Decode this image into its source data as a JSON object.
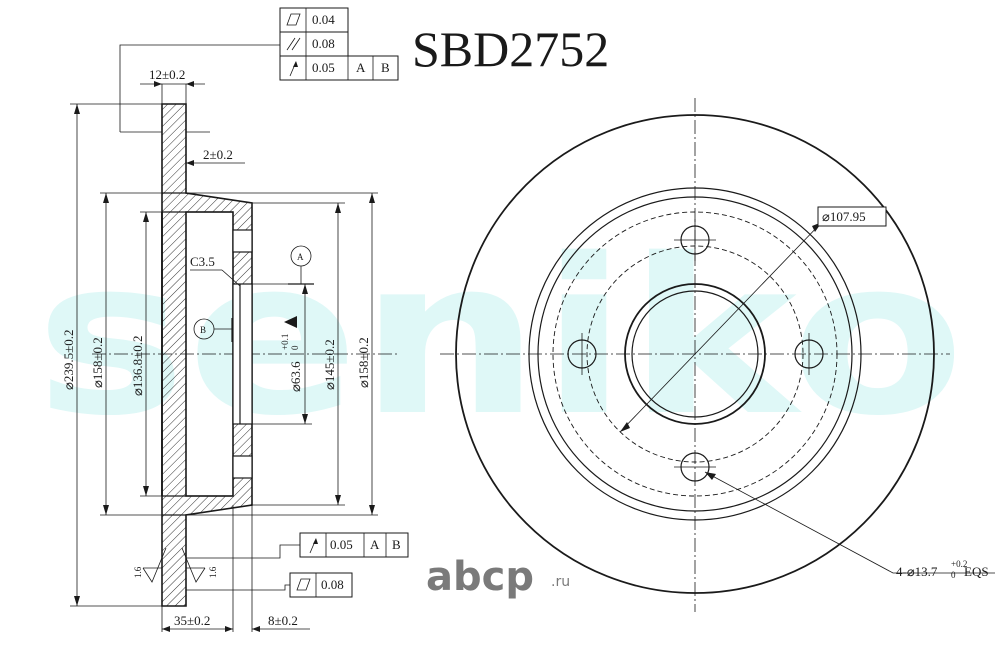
{
  "title": "SBD2752",
  "watermark": "seniko",
  "logo": {
    "text": "abcp",
    "suffix": ".ru"
  },
  "tolerances_top": {
    "flatness": "0.04",
    "parallelism": "0.08",
    "runout": "0.05",
    "datum_a": "A",
    "datum_b": "B"
  },
  "tolerances_bottom": {
    "runout": "0.05",
    "datum_a": "A",
    "datum_b": "B",
    "flatness": "0.08"
  },
  "datums": {
    "a": "A",
    "b": "B"
  },
  "section_dims": {
    "thickness": "12±0.2",
    "hub_wall": "2±0.2",
    "chamfer": "C3.5",
    "outer_diameter": "⌀239.5±0.2",
    "dia_158_left": "⌀158±0.2",
    "dia_136": "⌀136.8±0.2",
    "center_bore": "⌀63.6",
    "center_bore_tol_upper": "+0.1",
    "center_bore_tol_lower": "0",
    "dia_145": "⌀145±0.2",
    "dia_158_right": "⌀158±0.2",
    "height": "35±0.2",
    "hat_depth": "8±0.2",
    "roughness_left": "1.6",
    "roughness_right": "1.6"
  },
  "front_dims": {
    "bolt_circle": "⌀107.95",
    "holes_text": "4-⌀13.7",
    "holes_tol_upper": "+0.2",
    "holes_tol_lower": "0",
    "holes_suffix": "EQS"
  }
}
